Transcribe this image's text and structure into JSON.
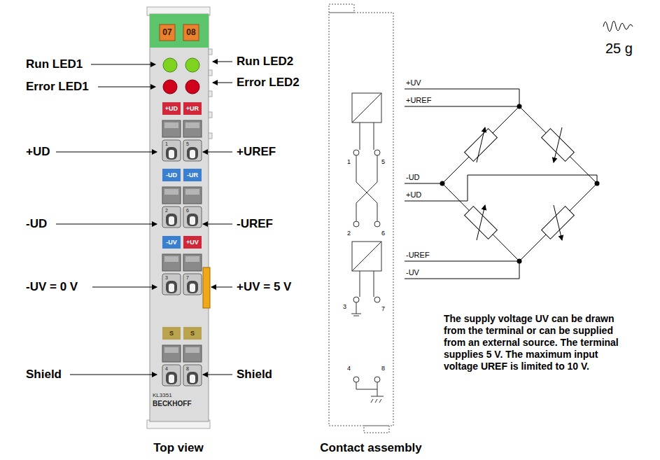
{
  "diagram": {
    "labels": [
      "07",
      "08",
      "Run LED1",
      "Run LED2",
      "Error LED1",
      "Error LED2",
      "+UD",
      "+UR",
      "+UD",
      "+UREF",
      "1",
      "5",
      "-UD",
      "-UR",
      "2",
      "6",
      "-UD",
      "-UREF",
      "-UV",
      "+UV",
      "3",
      "7",
      "-UV = 0 V",
      "+UV = 5 V",
      "S",
      "S",
      "4",
      "8",
      "Shield",
      "Shield",
      "KL3351",
      "BECKHOFF",
      "Top view",
      "Contact assembly",
      "1",
      "5",
      "2",
      "6",
      "3",
      "7",
      "4",
      "8",
      "+UV",
      "+UREF",
      "-UD",
      "+UD",
      "-UREF",
      "-UV",
      "The supply voltage UV can be drawn from the terminal or can be supplied from an external source. The terminal supplies 5 V. The maximum input voltage UREF is limited to 10 V.",
      "25 g"
    ]
  }
}
